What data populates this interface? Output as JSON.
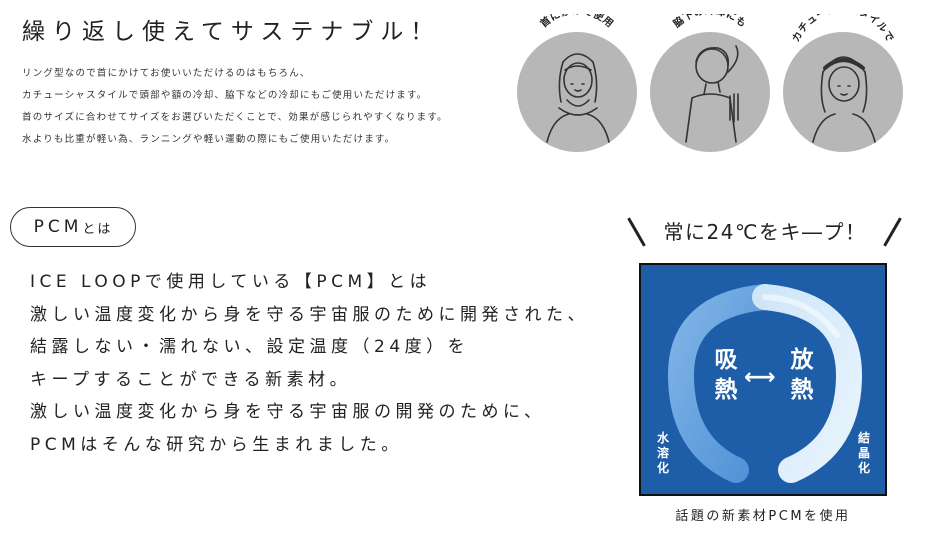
{
  "header": {
    "title": "繰り返し使えてサステナブル！",
    "description": [
      "リング型なので首にかけてお使いいただけるのはもちろん、",
      "カチューシャスタイルで頭部や額の冷却、脇下などの冷却にもご使用いただけます。",
      "首のサイズに合わせてサイズをお選びいただくことで、効果が感じられやすくなります。",
      "水よりも比重が軽い為、ランニングや軽い運動の際にもご使用いただけます。"
    ]
  },
  "usage": [
    {
      "label": "首にかけて使用",
      "icon": "neck-person-icon"
    },
    {
      "label": "脇下の冷却にも",
      "icon": "armpit-person-icon"
    },
    {
      "label": "カチューシャスタイルで",
      "icon": "headband-person-icon"
    }
  ],
  "pcm": {
    "pill_main": "PCM",
    "pill_sub": "とは",
    "body": [
      "ICE LOOPで使用している【PCM】とは",
      "激しい温度変化から身を守る宇宙服のために開発された、",
      "結露しない・濡れない、設定温度（24度）を",
      "キープすることができる新素材。",
      "激しい温度変化から身を守る宇宙服の開発のために、",
      "PCMはそんな研究から生まれました。"
    ]
  },
  "product": {
    "headline": "常に24℃をキ―プ！",
    "absorb": "吸熱",
    "release": "放熱",
    "arrow": "⟷",
    "left_label": "水溶化",
    "right_label": "結晶化",
    "caption": "話題の新素材PCMを使用",
    "colors": {
      "panel": "#1e5ea8",
      "ring": "#9fc8ec"
    }
  }
}
